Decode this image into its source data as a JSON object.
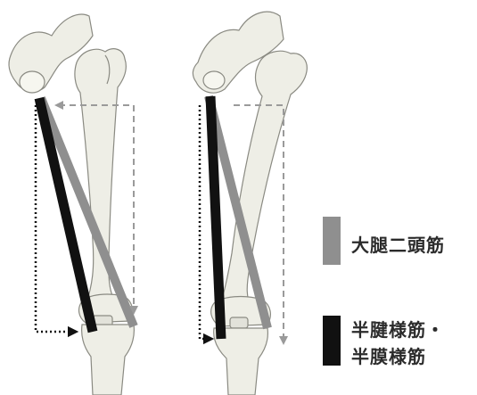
{
  "legend": {
    "biceps": {
      "label": "大腿二頭筋",
      "color": "#8f8f8f"
    },
    "semi": {
      "label_line1": "半腱様筋・",
      "label_line2": "半膜様筋",
      "color": "#111111"
    }
  },
  "colors": {
    "bone_fill": "#eeeee6",
    "bone_outline": "#8a8a82",
    "dashed_guide": "#9a9a9a",
    "dotted_guide": "#111111"
  }
}
